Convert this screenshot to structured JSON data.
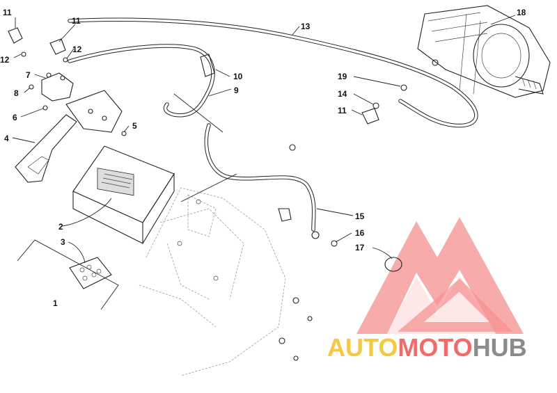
{
  "diagram": {
    "callouts": {
      "c1": "1",
      "c2": "2",
      "c3": "3",
      "c4": "4",
      "c5": "5",
      "c6": "6",
      "c7": "7",
      "c8": "8",
      "c9": "9",
      "c10": "10",
      "c11a": "11",
      "c11b": "11",
      "c11c": "11",
      "c12a": "12",
      "c12b": "12",
      "c13": "13",
      "c14": "14",
      "c15": "15",
      "c16": "16",
      "c17": "17",
      "c18": "18",
      "c19": "19"
    }
  },
  "watermark": {
    "part1": "AUTO",
    "part2": "MOTO",
    "part3": "HUB",
    "colors": {
      "yellow": "#f5c842",
      "red": "#f26b6b",
      "gray": "#8c8c8c"
    }
  }
}
